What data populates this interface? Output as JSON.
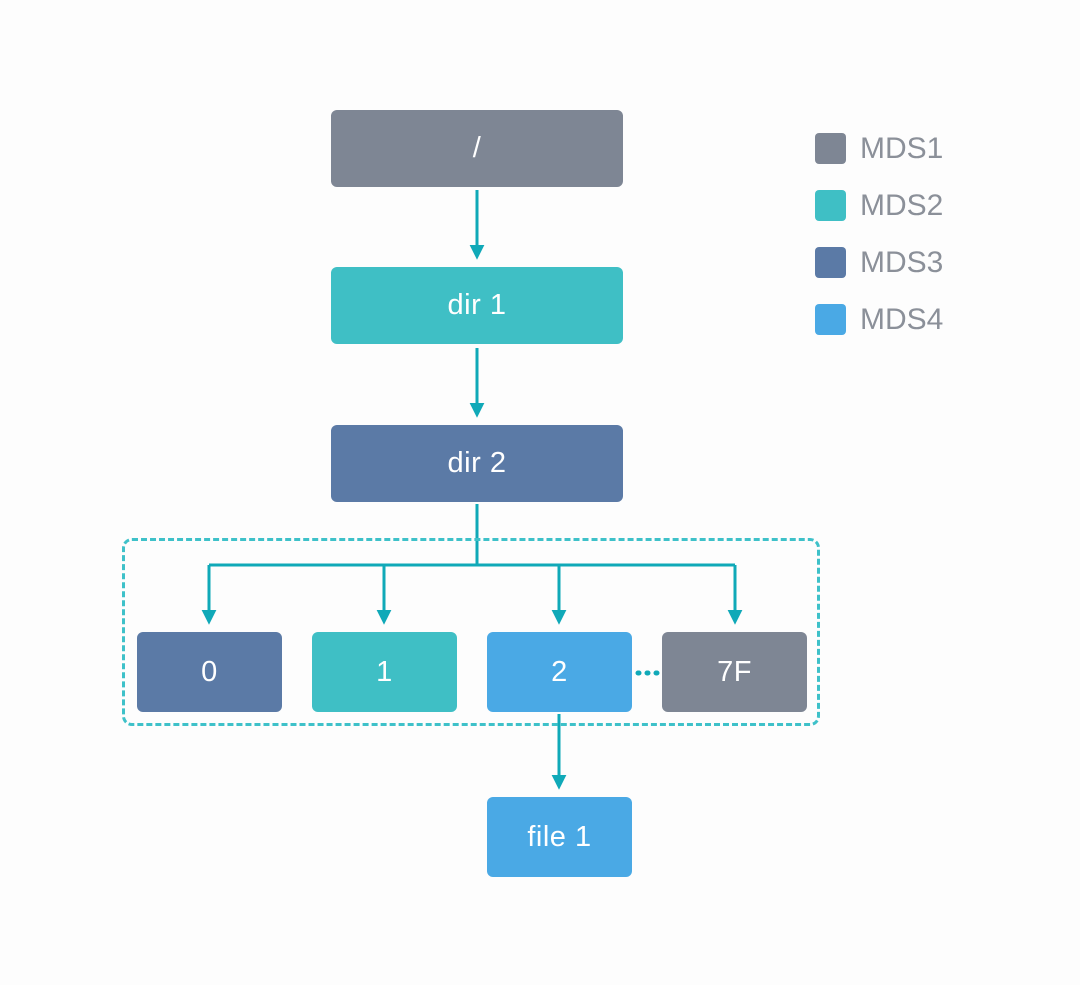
{
  "diagram": {
    "nodes": {
      "root": {
        "label": "/",
        "mds": "MDS1",
        "color": "#7e8694"
      },
      "dir1": {
        "label": "dir 1",
        "mds": "MDS2",
        "color": "#3fbfc5"
      },
      "dir2": {
        "label": "dir 2",
        "mds": "MDS3",
        "color": "#5b7aa6"
      },
      "frag0": {
        "label": "0",
        "mds": "MDS3",
        "color": "#5b7aa6"
      },
      "frag1": {
        "label": "1",
        "mds": "MDS2",
        "color": "#3fbfc5"
      },
      "frag2": {
        "label": "2",
        "mds": "MDS4",
        "color": "#4aa9e5"
      },
      "frag7f": {
        "label": "7F",
        "mds": "MDS1",
        "color": "#7e8694"
      },
      "file1": {
        "label": "file 1",
        "mds": "MDS4",
        "color": "#4aa9e5"
      }
    },
    "legend": [
      {
        "label": "MDS1",
        "color": "#7e8694"
      },
      {
        "label": "MDS2",
        "color": "#3fbfc5"
      },
      {
        "label": "MDS3",
        "color": "#5b7aa6"
      },
      {
        "label": "MDS4",
        "color": "#4aa9e5"
      }
    ],
    "colors": {
      "arrow": "#10a9b8",
      "dashed_border": "#3ec1c9",
      "legend_text": "#8b9099",
      "node_text": "#ffffff",
      "background": "#fdfdfd"
    }
  }
}
